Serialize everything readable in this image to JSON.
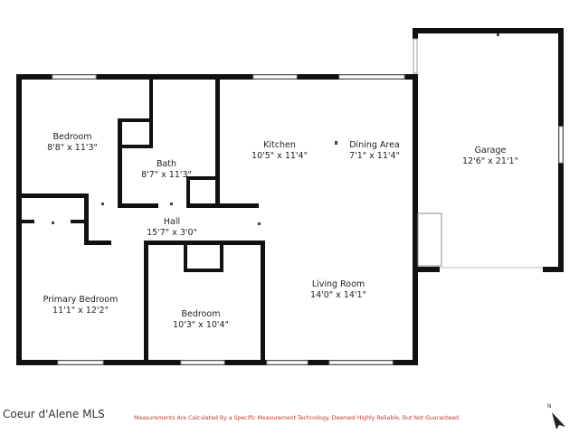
{
  "rooms": [
    {
      "id": "bedroom-1",
      "name": "Bedroom",
      "dims": "8'8\" x 11'3\""
    },
    {
      "id": "bath",
      "name": "Bath",
      "dims": "8'7\" x 11'3\""
    },
    {
      "id": "kitchen",
      "name": "Kitchen",
      "dims": "10'5\" x 11'4\""
    },
    {
      "id": "dining-area",
      "name": "Dining Area",
      "dims": "7'1\" x 11'4\""
    },
    {
      "id": "garage",
      "name": "Garage",
      "dims": "12'6\" x 21'1\""
    },
    {
      "id": "hall",
      "name": "Hall",
      "dims": "15'7\" x 3'0\""
    },
    {
      "id": "primary-bedroom",
      "name": "Primary Bedroom",
      "dims": "11'1\" x 12'2\""
    },
    {
      "id": "bedroom-2",
      "name": "Bedroom",
      "dims": "10'3\" x 10'4\""
    },
    {
      "id": "living-room",
      "name": "Living Room",
      "dims": "14'0\" x 14'1\""
    }
  ],
  "footer": {
    "source": "Coeur d'Alene MLS",
    "disclaimer": "Measurements Are Calculated By a Specific Measurement Technology. Deemed Highly Reliable, But Not Guaranteed."
  },
  "compass": {
    "label": "N"
  },
  "colors": {
    "wall": "#111111",
    "disclaimer": "#c0392b"
  }
}
